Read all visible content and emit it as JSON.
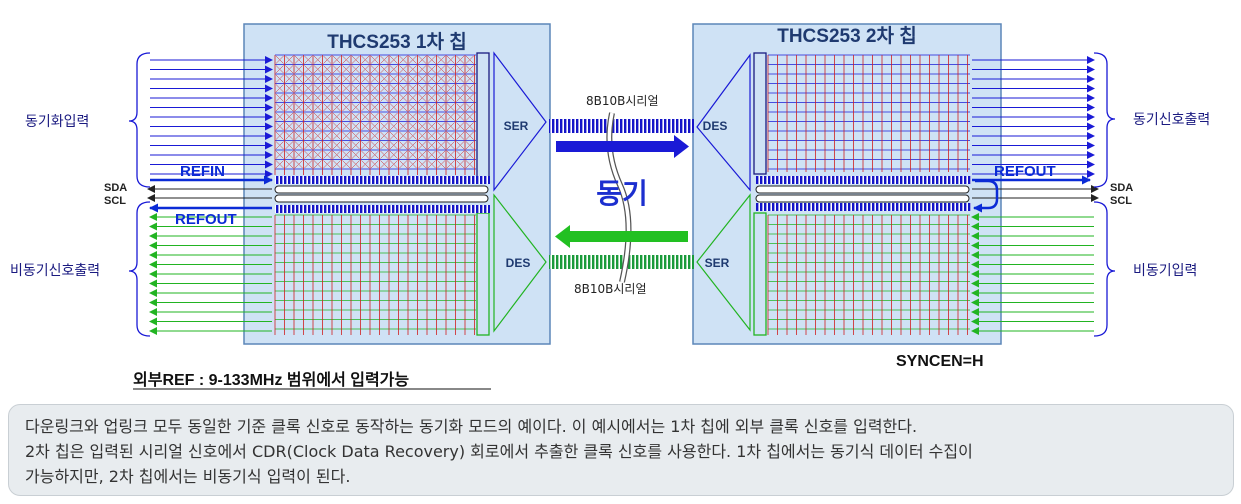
{
  "chip1": {
    "title": "THCS253 1차 칩",
    "ser": "SER",
    "des": "DES"
  },
  "chip2": {
    "title": "THCS253 2차 칩",
    "des": "DES",
    "ser": "SER"
  },
  "link_top_label": "8B10B시리얼",
  "link_bottom_label": "8B10B시리얼",
  "sync_label": "동기",
  "left": {
    "sync_input": "동기화입력",
    "async_output": "비동기신호출력",
    "refin": "REFIN",
    "refout": "REFOUT",
    "sda": "SDA",
    "scl": "SCL"
  },
  "right": {
    "sync_output": "동기신호출력",
    "async_input": "비동기입력",
    "refout": "REFOUT",
    "sda": "SDA",
    "scl": "SCL"
  },
  "external_ref_note": "외부REF : 9-133MHz 범위에서 입력가능",
  "syncen": "SYNCEN=H",
  "caption": {
    "line1": "다운링크와 업링크 모두 동일한 기준 클록 신호로 동작하는 동기화 모드의 예이다. 이 예시에서는 1차 칩에 외부 클록 신호를 입력한다.",
    "line2": "2차 칩은 입력된 시리얼 신호에서 CDR(Clock Data Recovery) 회로에서 추출한 클록 신호를 사용한다. 1차 칩에서는 동기식 데이터 수집이",
    "line3": "가능하지만, 2차 칩에서는 비동기식 입력이 된다."
  },
  "colors": {
    "chip_fill": "#cfe2f5",
    "sync_blue": "#1a1ad6",
    "async_green": "#22b422",
    "latch_red": "#d02020",
    "ref_blue": "#0b2bd6"
  }
}
